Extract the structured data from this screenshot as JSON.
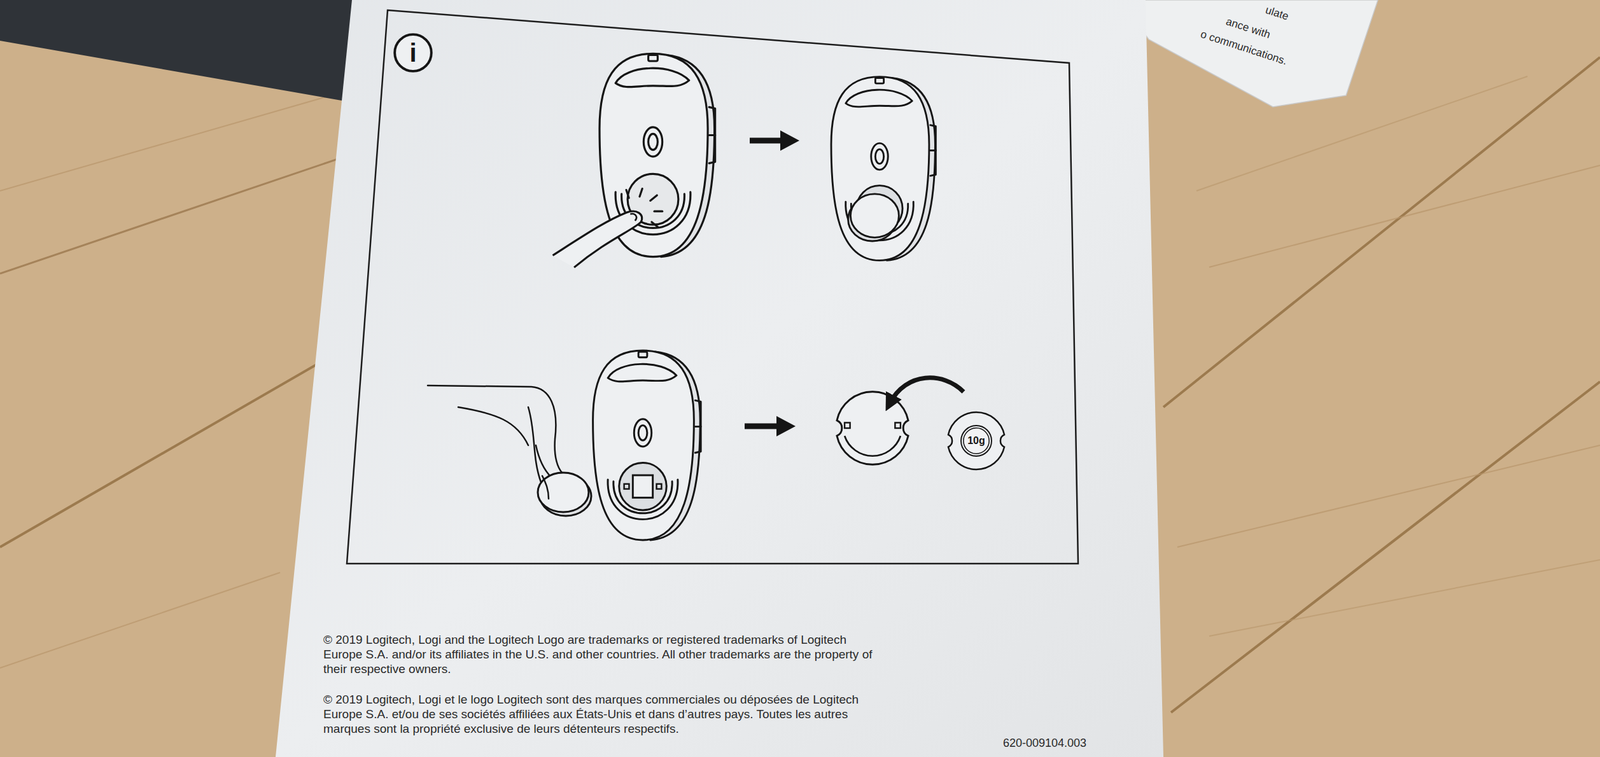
{
  "diagram": {
    "nodes": [
      {
        "text": [
          "i"
        ]
      },
      {
        "text": [
          "10g"
        ]
      }
    ],
    "labels": [
      "ulate",
      "ance with",
      "o communications.",
      "© 2019 Logitech, Logi and the Logitech Logo are trademarks or registered trademarks of Logitech Europe S.A. and/or its affiliates in the U.S. and other countries. All other trademarks are the property of their respective owners.",
      "© 2019 Logitech, Logi et le logo Logitech sont des marques commerciales ou déposées de Logitech Europe S.A. et/ou de ses sociétés affiliées aux États-Unis et dans d’autres pays. Toutes les autres marques sont la propriété exclusive de leurs détenteurs respectifs.",
      "620-009104.003"
    ]
  }
}
